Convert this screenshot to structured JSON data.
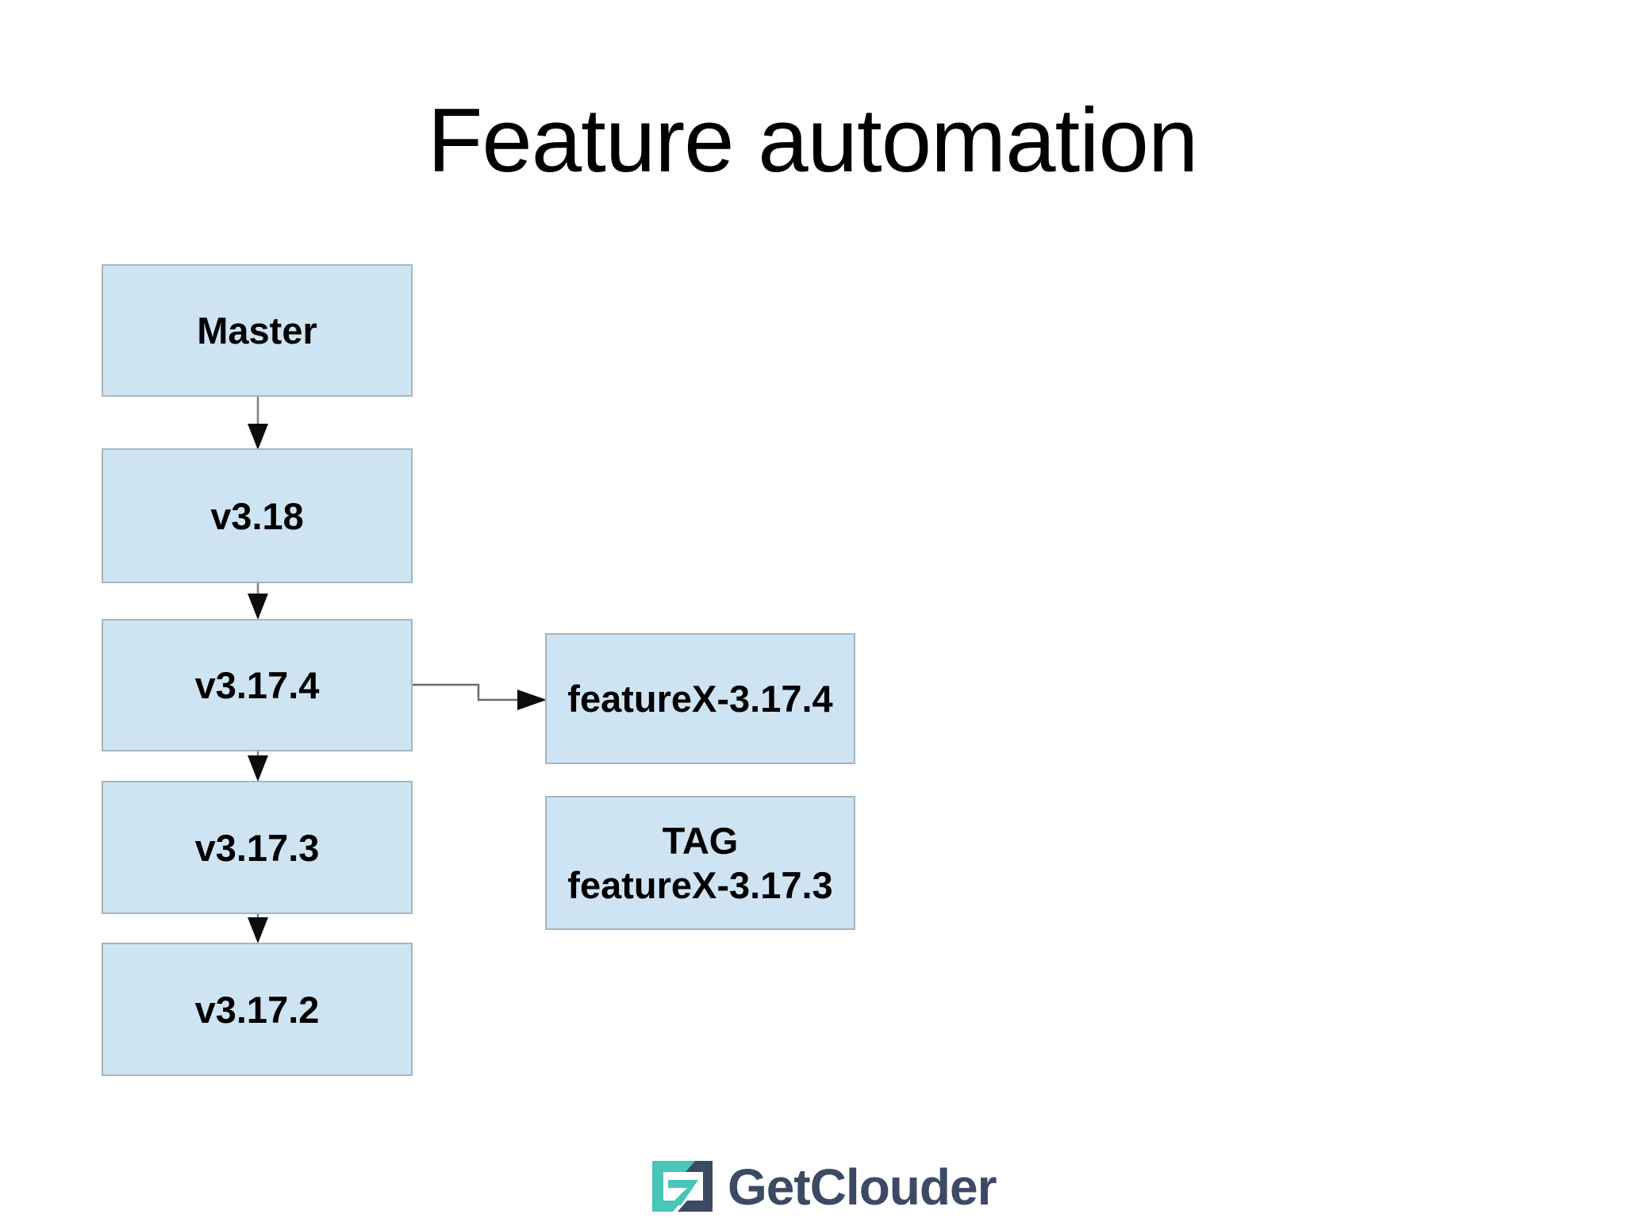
{
  "title": "Feature automation",
  "diagram": {
    "main_branch": [
      {
        "label": "Master"
      },
      {
        "label": "v3.18"
      },
      {
        "label": "v3.17.4"
      },
      {
        "label": "v3.17.3"
      },
      {
        "label": "v3.17.2"
      }
    ],
    "feature_branch": [
      {
        "label": "featureX-3.17.4"
      },
      {
        "line1": "TAG",
        "line2": "featureX-3.17.3"
      }
    ]
  },
  "logo": {
    "text": "GetClouder"
  },
  "colors": {
    "node_fill": "#cfe4f3",
    "node_border": "#a4b6c0",
    "connector_line": "#7f7f7f",
    "arrowhead": "#0d0d0d",
    "logo_teal": "#49c5b9",
    "logo_navy": "#3c4a64",
    "title_color": "#000000"
  }
}
